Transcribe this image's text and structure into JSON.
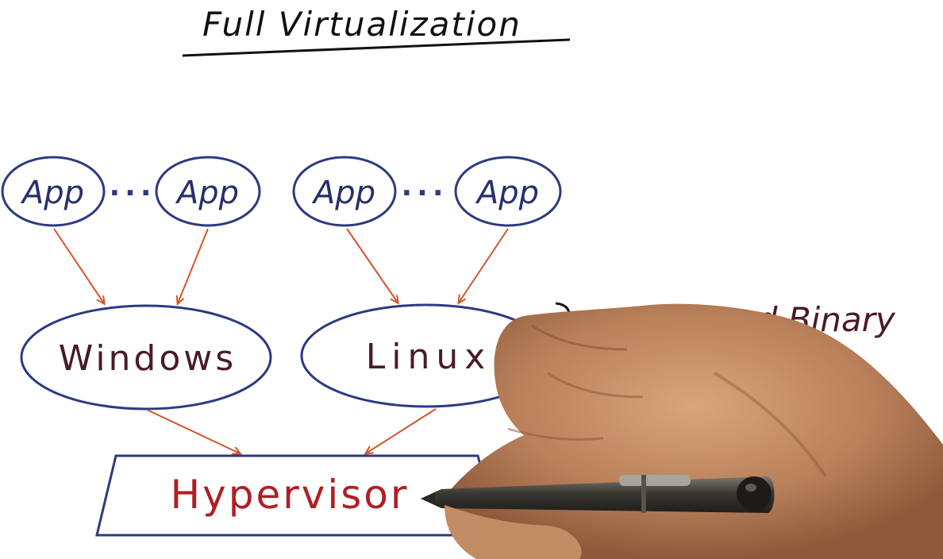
{
  "title": "Full Virtualization",
  "apps": {
    "labels": [
      "App",
      "App",
      "App",
      "App"
    ],
    "ellipsis": "..."
  },
  "guests": {
    "windows": "Windows",
    "linux": "Linux"
  },
  "annotation": "unchanged Binary",
  "hypervisor": "Hypervisor",
  "colors": {
    "shape_outline": "#2c3a80",
    "app_text": "#26306b",
    "os_text": "#4a1a2a",
    "arrow": "#d4552a",
    "hypervisor_text": "#b01e24",
    "annotation_text": "#4a1a2a",
    "title_text": "#111111"
  }
}
